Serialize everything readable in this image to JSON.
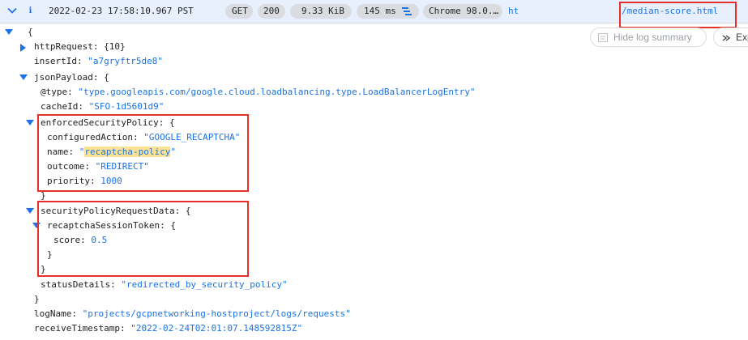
{
  "header": {
    "timestamp": "2022-02-23 17:58:10.967 PST",
    "method": "GET",
    "status": "200",
    "size": "9.33 KiB",
    "latency": "145 ms",
    "user_agent": "Chrome 98.0.…",
    "url_prefix": "ht",
    "path": "/median-score.html"
  },
  "actions": {
    "hide_summary": "Hide log summary",
    "expand": "Exp"
  },
  "log": {
    "open_brace": "{",
    "httpRequest": {
      "key": "httpRequest",
      "summary": "{10}"
    },
    "insertId": {
      "key": "insertId",
      "value": "\"a7gryftr5de8\""
    },
    "jsonPayload": {
      "key": "jsonPayload",
      "open": "{"
    },
    "type": {
      "key": "@type",
      "value": "\"type.googleapis.com/google.cloud.loadbalancing.type.LoadBalancerLogEntry\""
    },
    "cacheId": {
      "key": "cacheId",
      "value": "\"SFO-1d5601d9\""
    },
    "enforcedSecurityPolicy": {
      "key": "enforcedSecurityPolicy",
      "open": "{",
      "configuredAction": {
        "key": "configuredAction",
        "value": "\"GOOGLE_RECAPTCHA\""
      },
      "name": {
        "key": "name",
        "quote_open": "\"",
        "value": "recaptcha-policy",
        "quote_close": "\""
      },
      "outcome": {
        "key": "outcome",
        "value": "\"REDIRECT\""
      },
      "priority": {
        "key": "priority",
        "value": "1000"
      },
      "close": "}"
    },
    "securityPolicyRequestData": {
      "key": "securityPolicyRequestData",
      "open": "{",
      "recaptchaSessionToken": {
        "key": "recaptchaSessionToken",
        "open": "{",
        "score": {
          "key": "score",
          "value": "0.5"
        },
        "close": "}"
      },
      "close": "}"
    },
    "statusDetails": {
      "key": "statusDetails",
      "value": "\"redirected_by_security_policy\""
    },
    "jsonPayload_close": "}",
    "logName": {
      "key": "logName",
      "value": "\"projects/gcpnetworking-hostproject/logs/requests\""
    },
    "receiveTimestamp": {
      "key": "receiveTimestamp",
      "value": "\"2022-02-24T02:01:07.148592815Z\""
    }
  },
  "colors": {
    "header_bg": "#e8f0fe",
    "chip_bg": "#dadce0",
    "value_blue": "#1a73e8",
    "highlight_red": "#e8302a",
    "text_highlight": "#fde293"
  }
}
